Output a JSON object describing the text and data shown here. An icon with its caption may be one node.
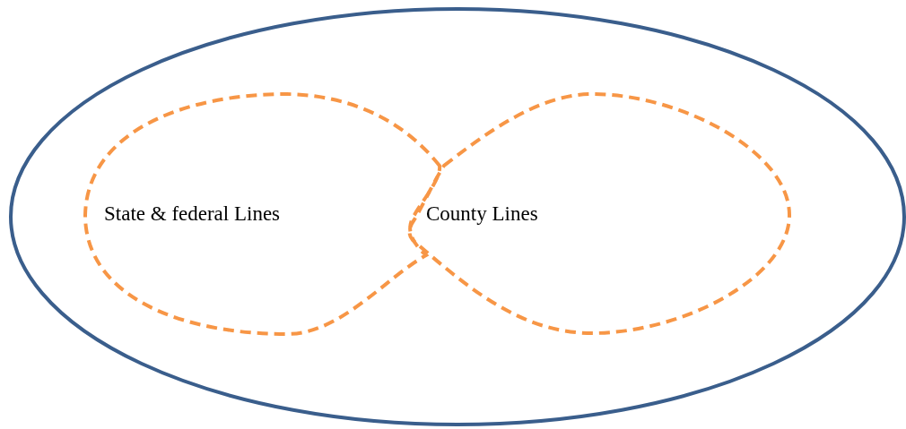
{
  "diagram": {
    "nodes": [
      {
        "text": [],
        "shape": "ellipse"
      },
      {
        "text": [
          "State & federal Lines"
        ],
        "in": 0
      },
      {
        "text": [
          "County Lines"
        ],
        "in": 0
      }
    ]
  }
}
